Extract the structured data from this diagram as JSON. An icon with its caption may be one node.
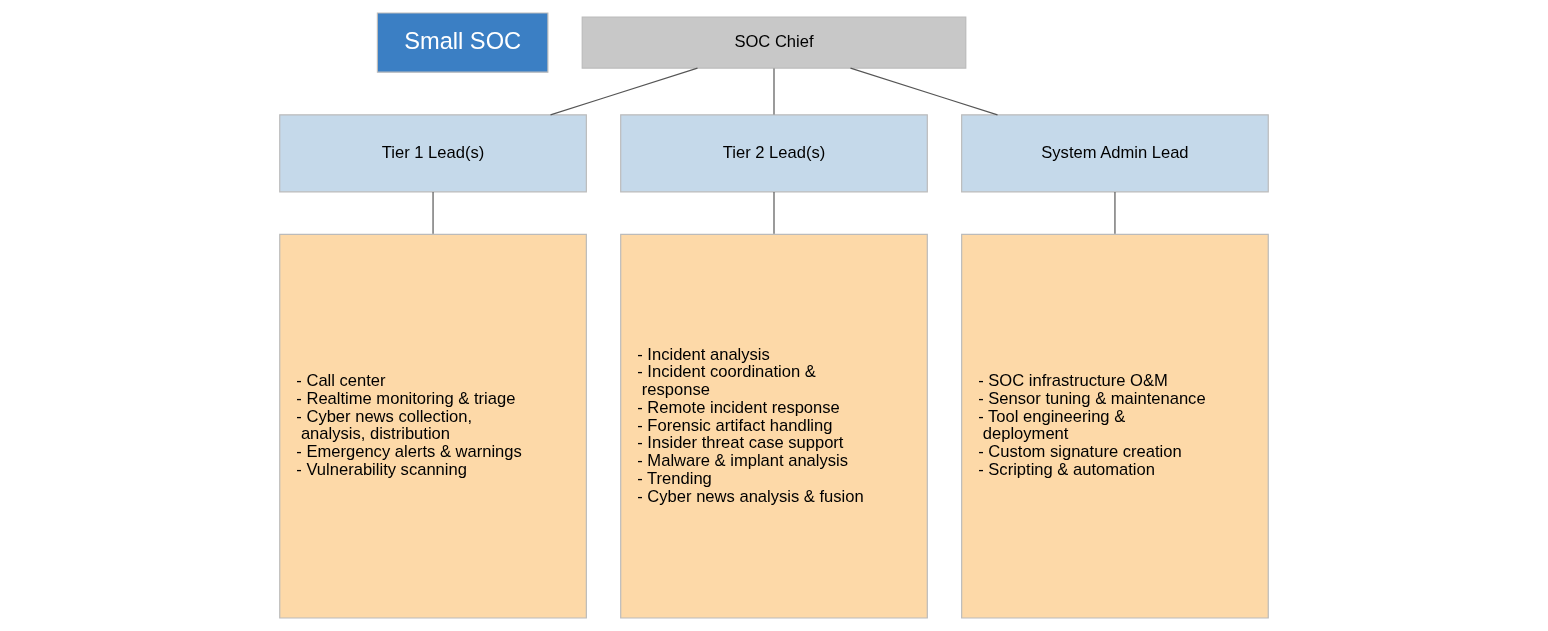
{
  "diagram": {
    "nodes": [
      {
        "text": [
          "Small SOC"
        ]
      },
      {
        "text": [
          "SOC Chief"
        ]
      },
      {
        "text": [
          "Tier 1 Lead(s)"
        ]
      },
      {
        "text": [
          "Tier 2 Lead(s)"
        ]
      },
      {
        "text": [
          "System Admin Lead"
        ]
      },
      {
        "text": [
          "- Call center",
          "- Realtime monitoring & triage",
          "- Cyber news collection, analysis, distribution",
          "- Emergency alerts & warnings",
          "- Vulnerability scanning"
        ]
      },
      {
        "text": [
          "- Incident analysis",
          "- Incident coordination & response",
          "- Remote incident response",
          "- Forensic artifact handling",
          "- Insider threat case support",
          "- Malware & implant analysis",
          "- Trending",
          "- Cyber news analysis & fusion"
        ]
      },
      {
        "text": [
          "- SOC infrastructure O&M",
          "- Sensor tuning & maintenance",
          "- Tool engineering & deployment",
          "- Custom signature creation",
          "- Scripting & automation"
        ]
      }
    ],
    "edges": [
      {
        "from": 1,
        "to": 2,
        "arrow": "none"
      },
      {
        "from": 1,
        "to": 3,
        "arrow": "none"
      },
      {
        "from": 1,
        "to": 4,
        "arrow": "none"
      },
      {
        "from": 2,
        "to": 5,
        "arrow": "none"
      },
      {
        "from": 3,
        "to": 6,
        "arrow": "none"
      },
      {
        "from": 4,
        "to": 7,
        "arrow": "none"
      }
    ]
  }
}
